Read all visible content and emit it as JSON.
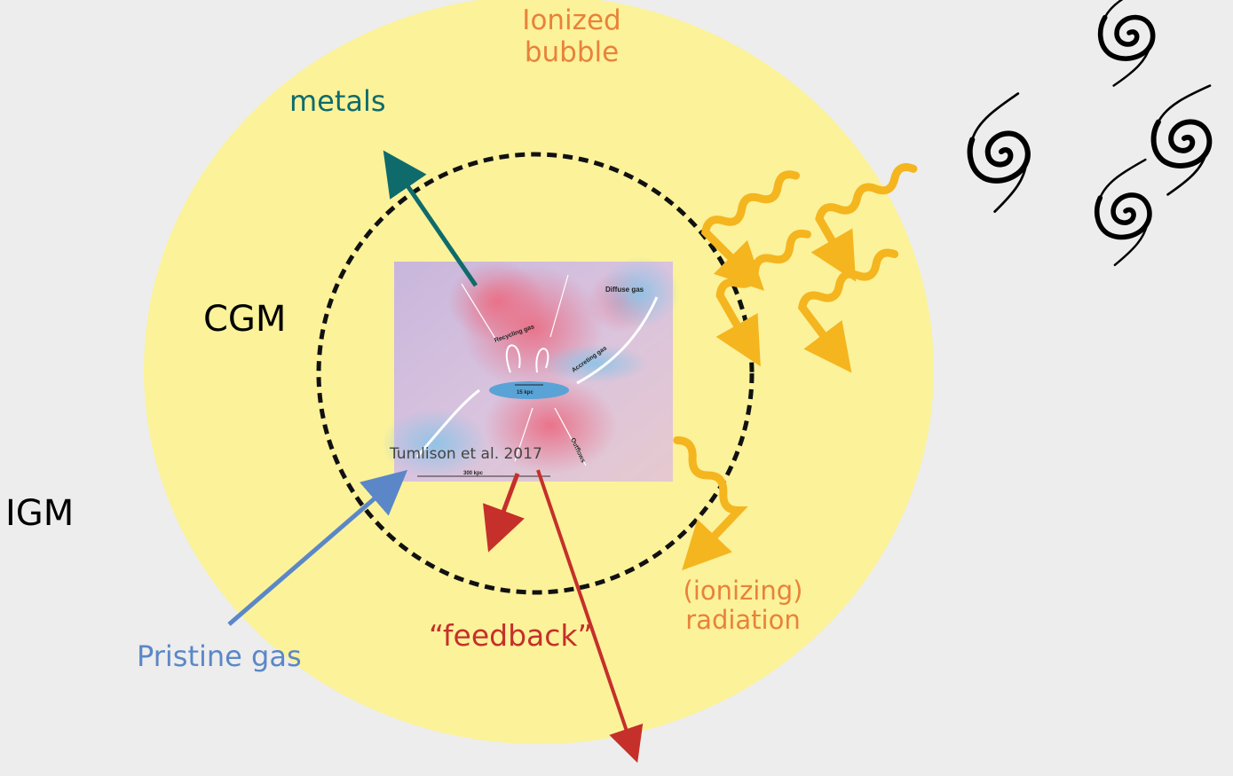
{
  "labels": {
    "ionized_bubble_line1": "Ionized",
    "ionized_bubble_line2": "bubble",
    "metals": "metals",
    "cgm": "CGM",
    "igm": "IGM",
    "pristine_gas": "Pristine gas",
    "feedback": "“feedback”",
    "ionizing_radiation_line1": "(ionizing)",
    "ionizing_radiation_line2": "radiation",
    "citation": "Tumlison et al. 2017"
  },
  "inset": {
    "diffuse_gas": "Diffuse gas",
    "recycling_gas": "Recycling gas",
    "accreting_gas": "Accreting gas",
    "outflows": "Outflows",
    "scale_15": "15 kpc",
    "scale_300": "300 kpc"
  },
  "colors": {
    "background": "#ededed",
    "bubble": "#fbf29a",
    "ionized_label": "#e8823a",
    "metals": "#0f6b6b",
    "pristine": "#5b87c8",
    "feedback": "#c5302a",
    "radiation": "#f4b51f",
    "cgm_ring": "#111111"
  },
  "icons": [
    "spiral-galaxy-icon",
    "wavy-arrow-icon"
  ]
}
